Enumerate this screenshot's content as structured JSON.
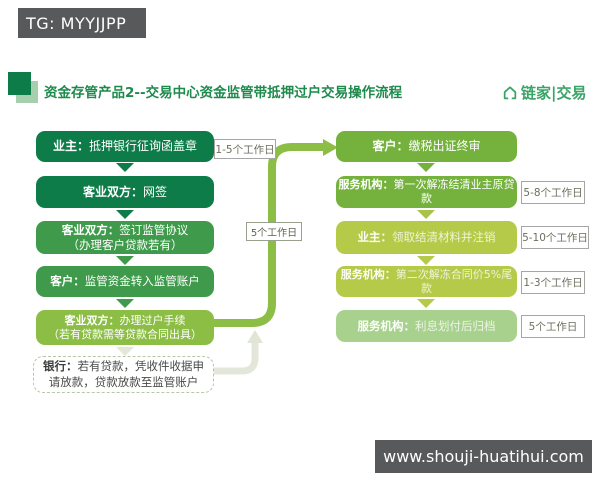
{
  "watermarks": {
    "top": "TG: MYYJJPP",
    "bottom": "www.shouji-huatihui.com"
  },
  "header": {
    "title": "资金存管产品2--交易中心资金监管带抵押过户交易操作流程",
    "logo_text": "链家|交易"
  },
  "colors": {
    "dark_green": "#0e7c49",
    "mid_green": "#3f9b4b",
    "leaf_green": "#8cbd44",
    "olive_green": "#74b23d",
    "yellow_green": "#b6ca49",
    "pale_green": "#a9d18e",
    "title_green": "#1e8a4c",
    "logo_green": "#3aa468",
    "watermark_gray": "#58595b"
  },
  "flow": {
    "left": [
      {
        "actor": "业主：",
        "action": "抵押银行征询函盖章",
        "bg": "#0e7c49",
        "tag": "1-5个工作日"
      },
      {
        "actor": "客业双方：",
        "action": "网签",
        "bg": "#0e7c49"
      },
      {
        "actor": "客业双方：",
        "action": "签订监管协议",
        "sub": "（办理客户贷款若有）",
        "bg": "#3f9b4b"
      },
      {
        "actor": "客户：",
        "action": "监管资金转入监管账户",
        "bg": "#3f9b4b"
      },
      {
        "actor": "客业双方：",
        "action": "办理过户手续",
        "sub": "（若有贷款需等贷款合同出具）",
        "bg": "#8cbd44"
      }
    ],
    "bank_note": {
      "actor": "银行：",
      "action": "若有贷款，凭收件收据申请放款，贷款放款至监管账户"
    },
    "connector_label": "5个工作日",
    "right": [
      {
        "actor": "客户：",
        "action": "缴税出证终审",
        "bg": "#74b23d"
      },
      {
        "actor": "服务机构：",
        "action": "第一次解冻结清业主原贷款",
        "bg": "#74b23d",
        "tag": "5-8个工作日"
      },
      {
        "actor": "业主：",
        "action": "领取结清材料并注销",
        "bg": "#b6ca49",
        "tag": "5-10个工作日"
      },
      {
        "actor": "服务机构：",
        "action": "第二次解冻合同价5%尾款",
        "bg": "#b6ca49",
        "tag": "1-3个工作日"
      },
      {
        "actor": "服务机构：",
        "action": "利息划付后归档",
        "bg": "#a9d18e",
        "tag": "5个工作日"
      }
    ]
  }
}
